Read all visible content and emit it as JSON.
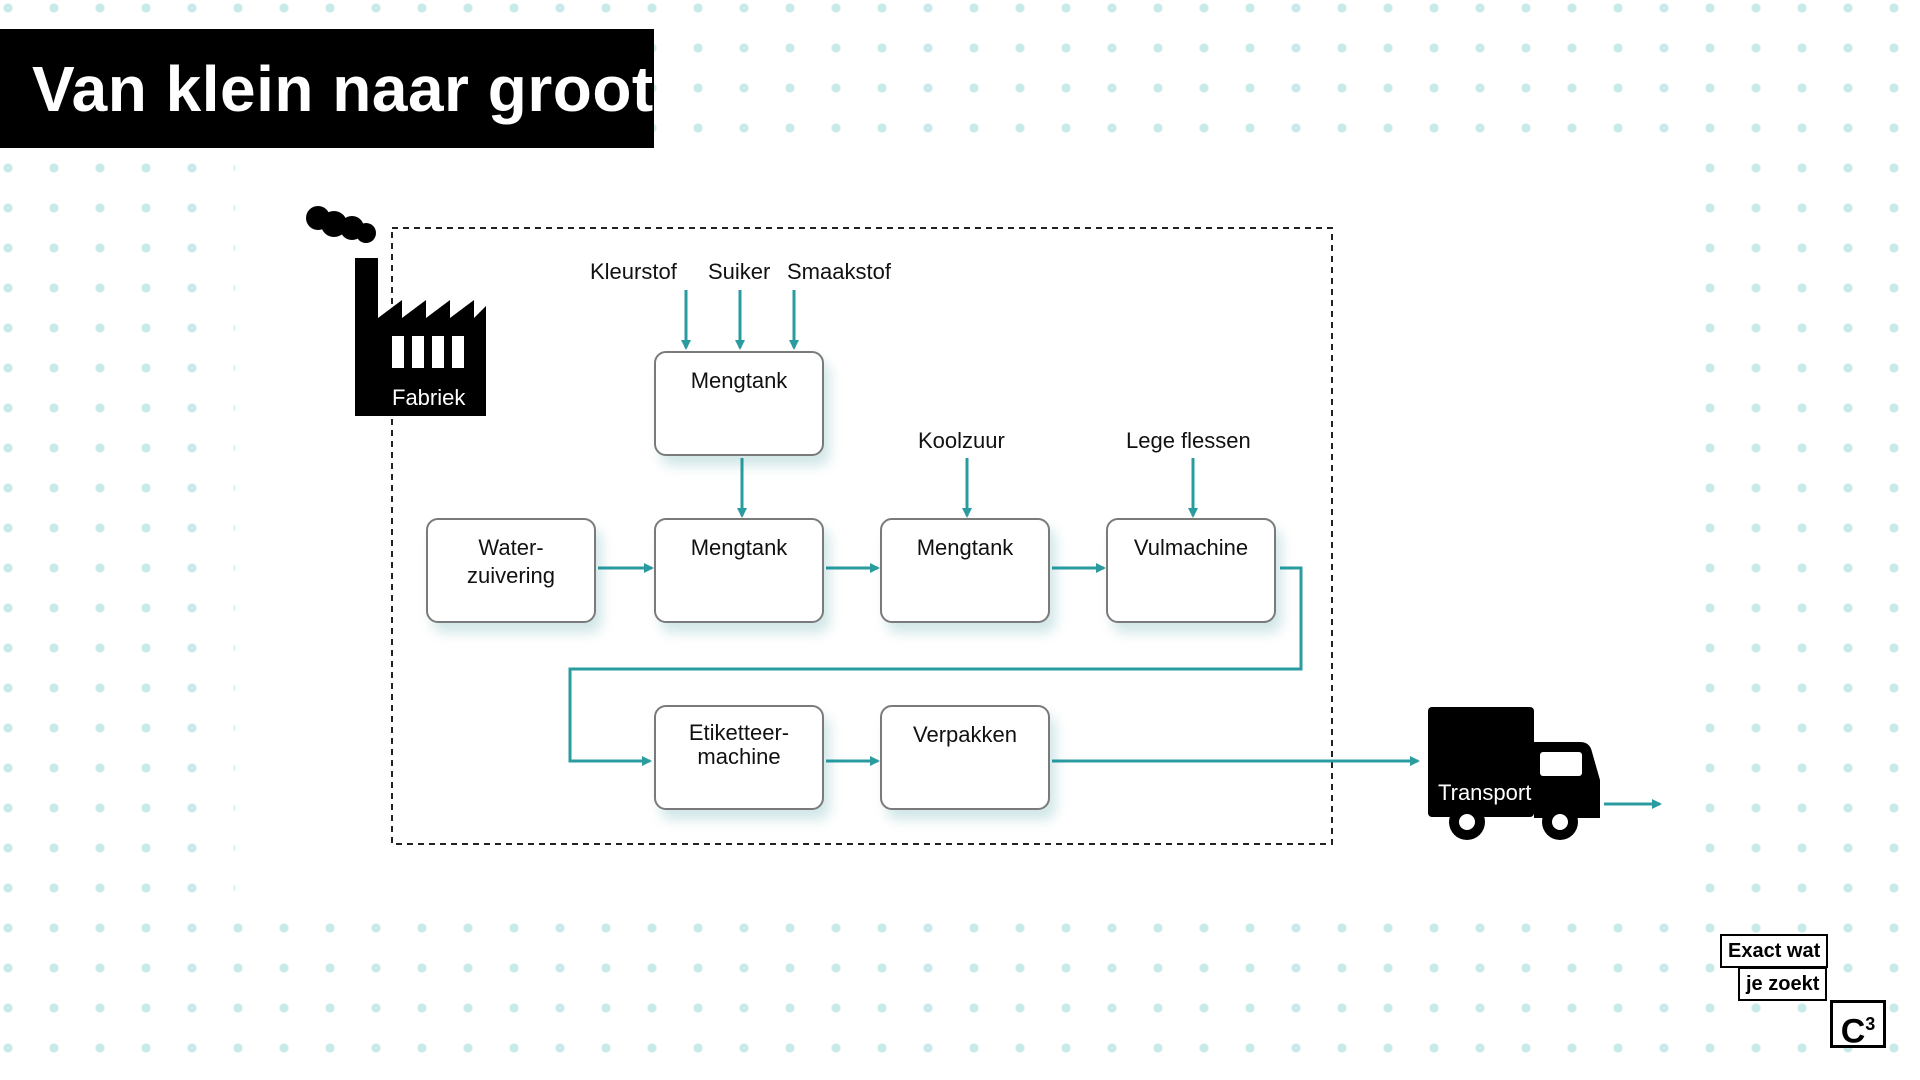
{
  "title": "Van klein naar groot",
  "colors": {
    "accent": "#2a9ca0",
    "title_bg": "#000000",
    "pattern": "#bfe6e6"
  },
  "factory": {
    "icon": "factory-icon",
    "label": "Fabriek"
  },
  "inputs": {
    "kleurstof": "Kleurstof",
    "suiker": "Suiker",
    "smaakstof": "Smaakstof",
    "koolzuur": "Koolzuur",
    "lege_flessen": "Lege flessen"
  },
  "boxes": {
    "mengtank_top": "Mengtank",
    "waterzuivering_1": "Water-",
    "waterzuivering_2": "zuivering",
    "mengtank_2": "Mengtank",
    "mengtank_3": "Mengtank",
    "vulmachine": "Vulmachine",
    "etiketteer_1": "Etiketteer-",
    "etiketteer_2": "machine",
    "verpakken": "Verpakken"
  },
  "transport": {
    "icon": "truck-icon",
    "label": "Transport"
  },
  "logo": {
    "line1": "Exact wat",
    "line2": "je zoekt",
    "brand": "C",
    "brand_sup": "3"
  }
}
